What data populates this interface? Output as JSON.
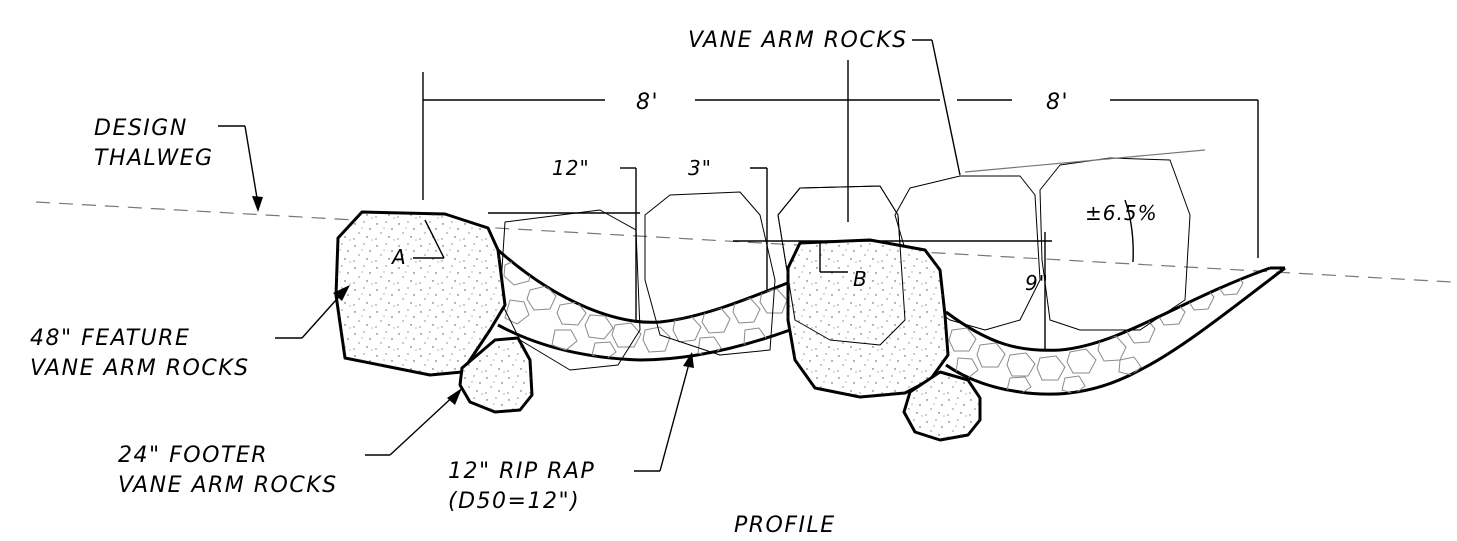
{
  "drawing": {
    "title": "PROFILE",
    "labels": {
      "vane_arm_rocks": "VANE ARM ROCKS",
      "design_thalweg_line1": "DESIGN",
      "design_thalweg_line2": "THALWEG",
      "feature_line1": "48\" FEATURE",
      "feature_line2": "VANE ARM ROCKS",
      "footer_line1": "24\" FOOTER",
      "footer_line2": "VANE ARM ROCKS",
      "riprap_line1": "12\" RIP RAP",
      "riprap_line2": "(D50=12\")"
    },
    "dimensions": {
      "span_left": "8'",
      "span_right": "8'",
      "drop_12": "12\"",
      "drop_3": "3\"",
      "drop_9": "9\"",
      "slope": "±6.5%"
    },
    "points": {
      "a": "A",
      "b": "B"
    }
  }
}
